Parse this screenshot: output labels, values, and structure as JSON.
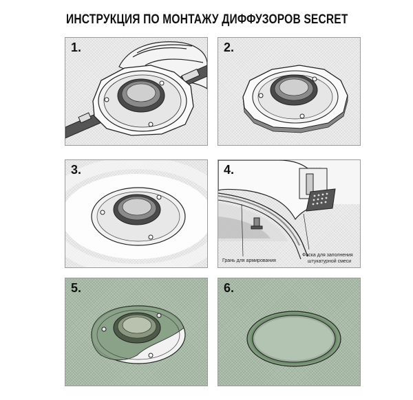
{
  "title": "ИНСТРУКЦИЯ ПО МОНТАЖУ ДИФФУЗОРОВ SECRET",
  "steps": [
    {
      "number": "1."
    },
    {
      "number": "2."
    },
    {
      "number": "3."
    },
    {
      "number": "4.",
      "captions": [
        "Грань для армирования",
        "Фаска для заполнения",
        "штукатурной смеси"
      ]
    },
    {
      "number": "5."
    },
    {
      "number": "6."
    }
  ]
}
